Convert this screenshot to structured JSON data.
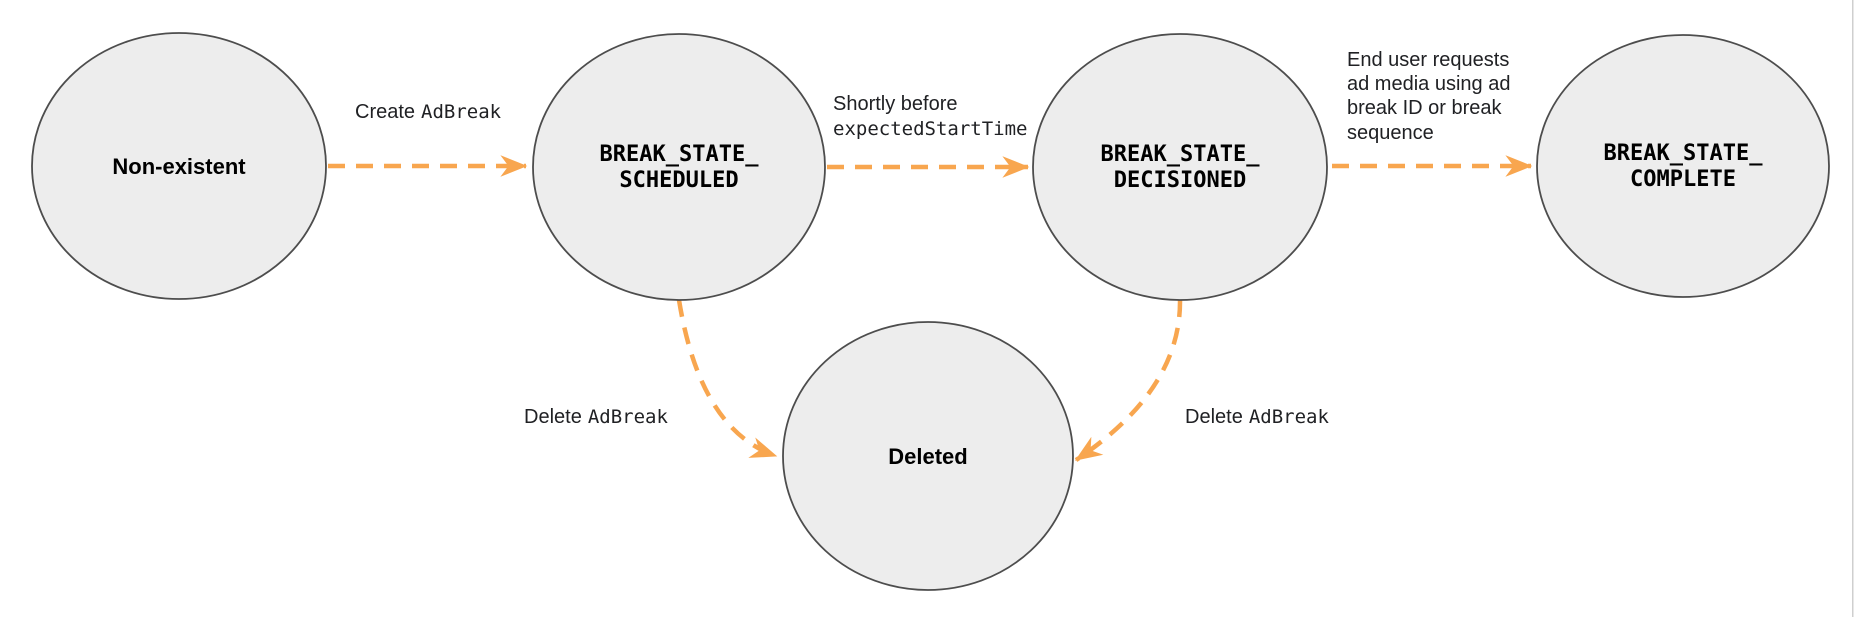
{
  "diagram": {
    "type": "state-diagram",
    "background": "#ffffff",
    "colors": {
      "node_fill": "#ededed",
      "node_stroke": "#4d4d4d",
      "arrow": "#f8a64f",
      "edge_label_text": "#202124",
      "node_text": "#000000",
      "page_edge_line": "#cfcfcf"
    },
    "nodes": [
      {
        "id": "non-existent",
        "label": "Non-existent"
      },
      {
        "id": "break-state-scheduled",
        "line1": "BREAK_STATE_",
        "line2": "SCHEDULED"
      },
      {
        "id": "break-state-decisioned",
        "line1": "BREAK_STATE_",
        "line2": "DECISIONED"
      },
      {
        "id": "break-state-complete",
        "line1": "BREAK_STATE_",
        "line2": "COMPLETE"
      },
      {
        "id": "deleted",
        "label": "Deleted"
      }
    ],
    "edges": [
      {
        "id": "create-adbreak",
        "from": "non-existent",
        "to": "break-state-scheduled",
        "label_plain": "Create",
        "label_code": "AdBreak"
      },
      {
        "id": "shortly-before-expected-start-time",
        "from": "break-state-scheduled",
        "to": "break-state-decisioned",
        "label_plain": "Shortly before",
        "label_code": "expectedStartTime"
      },
      {
        "id": "end-user-requests-ad-media",
        "from": "break-state-decisioned",
        "to": "break-state-complete",
        "label_lines": [
          "End user requests",
          "ad media using ad",
          "break ID or break",
          "sequence"
        ]
      },
      {
        "id": "delete-adbreak-from-scheduled",
        "from": "break-state-scheduled",
        "to": "deleted",
        "label_plain": "Delete",
        "label_code": "AdBreak"
      },
      {
        "id": "delete-adbreak-from-decisioned",
        "from": "break-state-decisioned",
        "to": "deleted",
        "label_plain": "Delete",
        "label_code": "AdBreak"
      }
    ]
  }
}
